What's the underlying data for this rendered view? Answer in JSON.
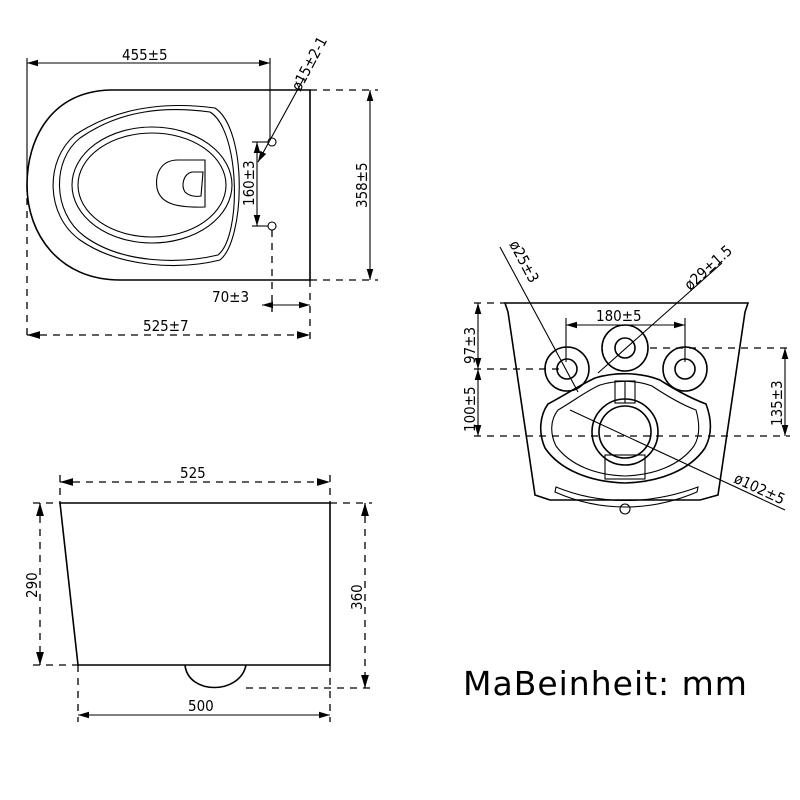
{
  "top_view": {
    "width_to_hole": "455±5",
    "hole_diameter": "ø15±2-1",
    "hole_spacing": "160±3",
    "depth": "358±5",
    "hole_to_wall": "70±3",
    "overall_length": "525±7"
  },
  "rear_view": {
    "small_inlet_diameter": "ø25±3",
    "water_inlet_diameter": "ø29±1.5",
    "bolt_spacing": "180±5",
    "inlet_from_top": "97±3",
    "inlet_to_outlet": "100±5",
    "bolt_to_outlet": "135±3",
    "outlet_diameter": "ø102±5"
  },
  "side_view": {
    "top_length": "525",
    "rear_height": "290",
    "front_height": "360",
    "bottom_length": "500"
  },
  "unit_label": "MaBeinheit: mm"
}
